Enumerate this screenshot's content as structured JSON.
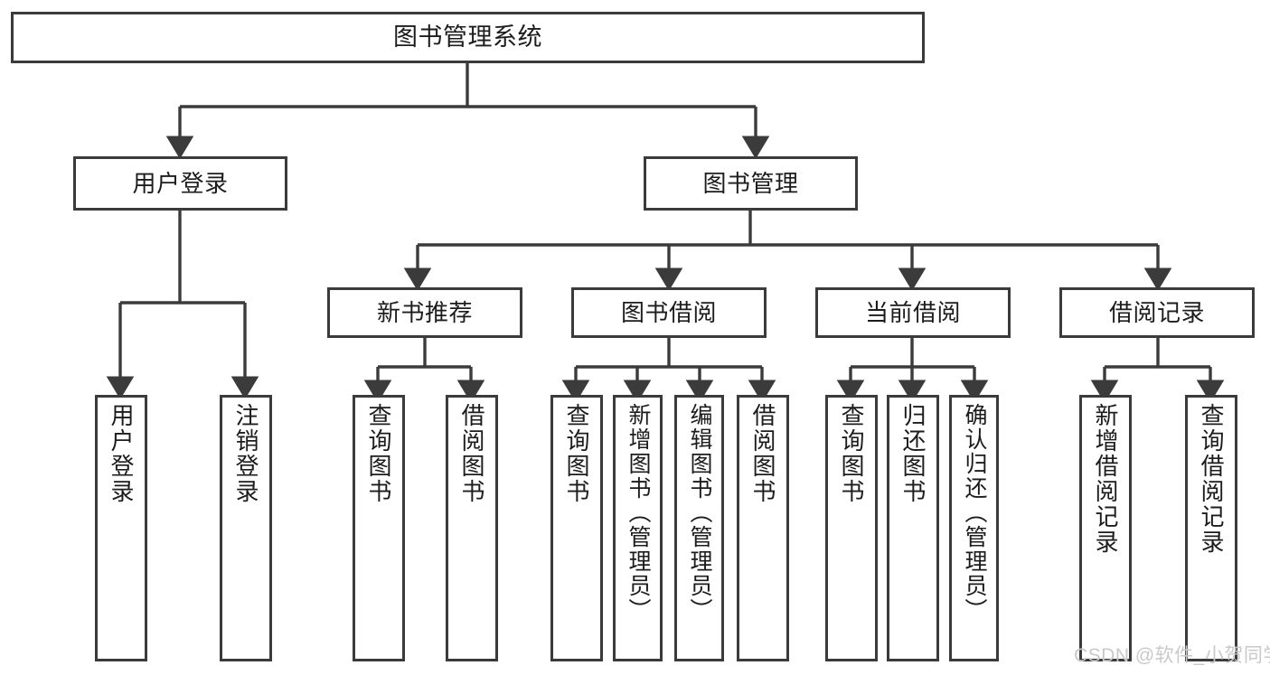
{
  "diagram": {
    "type": "tree-hierarchy-flowchart",
    "title": "图书管理系统",
    "line_color": "#3b3b3b",
    "box_fill": "#ffffff",
    "text_color": "#1c1c1c",
    "watermark": "CSDN @软件_小贺同学",
    "levels": {
      "root": {
        "label": "图书管理系统"
      },
      "level1": [
        {
          "label": "用户登录"
        },
        {
          "label": "图书管理"
        }
      ],
      "level2": [
        {
          "label": "新书推荐"
        },
        {
          "label": "图书借阅"
        },
        {
          "label": "当前借阅"
        },
        {
          "label": "借阅记录"
        }
      ],
      "leaves": {
        "user_login": [
          {
            "label": "用户登录"
          },
          {
            "label": "注销登录"
          }
        ],
        "new_book_recommend": [
          {
            "label": "查询图书"
          },
          {
            "label": "借阅图书"
          }
        ],
        "book_borrow": [
          {
            "label": "查询图书"
          },
          {
            "label": "新增图书（管理员）"
          },
          {
            "label": "编辑图书（管理员）"
          },
          {
            "label": "借阅图书"
          }
        ],
        "current_borrow": [
          {
            "label": "查询图书"
          },
          {
            "label": "归还图书"
          },
          {
            "label": "确认归还（管理员）"
          }
        ],
        "borrow_record": [
          {
            "label": "新增借阅记录"
          },
          {
            "label": "查询借阅记录"
          }
        ]
      }
    }
  }
}
